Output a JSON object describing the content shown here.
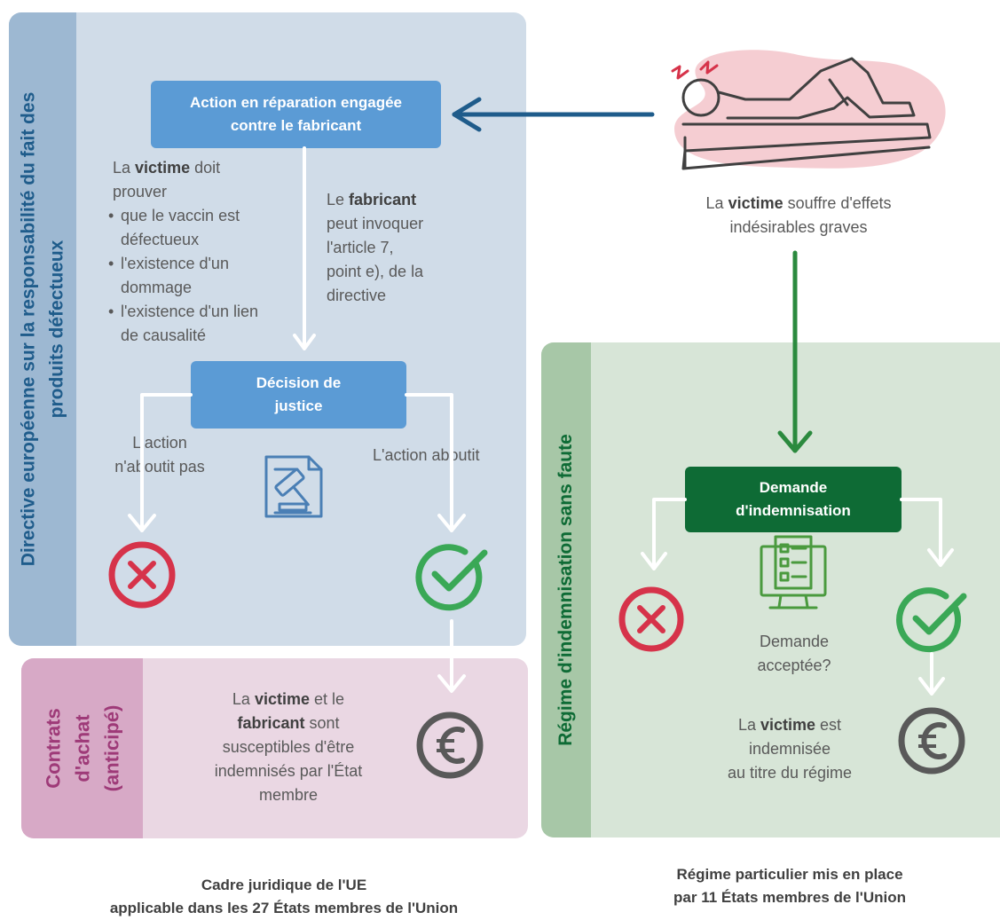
{
  "left_panel": {
    "side_label_line1": "Directive européenne sur la responsabilité du fait des",
    "side_label_line2": "produits défectueux",
    "action_box_line1": "Action en réparation engagée",
    "action_box_line2": "contre le fabricant",
    "victim_text": {
      "p1": "La",
      "p1_bold": "victime",
      "p1_end": "doit",
      "p2": "prouver",
      "bullet1_line1": "que le vaccin est",
      "bullet1_line2": "défectueux",
      "bullet2_line1": "l'existence d'un",
      "bullet2_line2": "dommage",
      "bullet3_line1": "l'existence d'un lien",
      "bullet3_line2": "de causalité"
    },
    "manufacturer_text": {
      "p1": "Le",
      "p1_bold": "fabricant",
      "l2": "peut invoquer",
      "l3": "l'article 7,",
      "l4": "point e), de la",
      "l5": "directive"
    },
    "decision_box_line1": "Décision de",
    "decision_box_line2": "justice",
    "fail_line1": "L'action",
    "fail_line2": "n'aboutit pas",
    "success_label": "L'action aboutit"
  },
  "purchase_panel": {
    "side_label_line1": "Contrats",
    "side_label_line2": "d'achat",
    "side_label_line3": "(anticipé)",
    "l1_pre": "La",
    "l1_bold": "victime",
    "l1_post": "et le",
    "l2_bold": "fabricant",
    "l2_post": "sont",
    "l3": "susceptibles d'être",
    "l4": "indemnisés par l'État",
    "l5": "membre"
  },
  "victim_top": {
    "l1_pre": "La",
    "l1_bold": "victime",
    "l1_post": "souffre d'effets",
    "l2": "indésirables graves"
  },
  "right_panel": {
    "side_label": "Régime d'indemnisation sans faute",
    "claim_box_line1": "Demande",
    "claim_box_line2": "d'indemnisation",
    "question_line1": "Demande",
    "question_line2": "acceptée?",
    "result_l1_pre": "La",
    "result_l1_bold": "victime",
    "result_l1_post": "est",
    "result_l2": "indemnisée",
    "result_l3": "au titre du régime"
  },
  "captions": {
    "left_line1": "Cadre juridique de l'UE",
    "left_line2": "applicable dans les 27 États membres de l'Union",
    "right_line1": "Régime particulier mis en place",
    "right_line2": "par 11 États membres de l'Union"
  },
  "colors": {
    "left_panel_bg": "#d0dce8",
    "left_side_bg": "#9db8d2",
    "blue_box": "#5b9bd5",
    "dark_blue_arrow": "#1f5c8b",
    "purchase_bg": "#ead7e3",
    "purchase_side_bg": "#d7a9c6",
    "purchase_text": "#9e3a78",
    "right_panel_bg": "#d7e5d7",
    "right_side_bg": "#a7c7a7",
    "green_box": "#0e6b35",
    "green_arrow": "#2b8a3e",
    "red_icon": "#d6334a",
    "green_icon": "#3aa856",
    "euro_icon": "#595959"
  }
}
